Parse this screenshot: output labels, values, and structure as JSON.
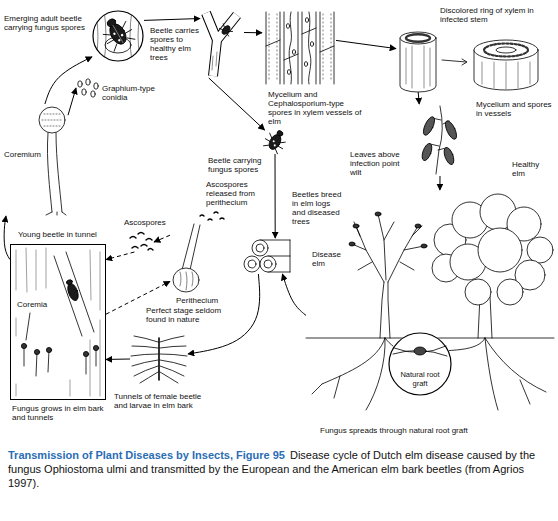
{
  "diagram": {
    "title": "Transmission of Plant Diseases by Insects, Figure 95",
    "caption": "Disease cycle of Dutch elm disease caused by the fungus Ophiostoma ulmi and transmitted by the European and the American elm bark beetles (from Agrios 1997).",
    "nodes": [
      {
        "text": [
          "Emerging adult beetle carrying fungus spores"
        ]
      },
      {
        "text": [
          "Beetle carries spores to healthy elm trees"
        ]
      },
      {
        "text": [
          "Mycelium and Cephalosporium-type spores in xylem vessels of elm"
        ]
      },
      {
        "text": [
          "Discolored ring of xylem in infected stem",
          "Mycelium and spores in vessels"
        ]
      },
      {
        "text": [
          "Leaves above infection point wilt"
        ]
      },
      {
        "text": [
          "Graphium-type conidia"
        ]
      },
      {
        "text": [
          "Coremium"
        ]
      },
      {
        "text": [
          "Beetle carrying fungus spores"
        ]
      },
      {
        "text": [
          "Beetles breed in elm logs and diseased trees"
        ]
      },
      {
        "text": [
          "Ascospores"
        ]
      },
      {
        "text": [
          "Ascospores released from perithecium",
          "Perithecium",
          "Perfect stage seldom found in nature"
        ]
      },
      {
        "text": [
          "Disease elm",
          "Healthy elm",
          "Fungus spreads through natural root graft"
        ]
      },
      {
        "text": [
          "Natural root graft"
        ],
        "in": 11
      },
      {
        "text": [
          "Young beetle in tunnel",
          "Coremia",
          "Fungus grows in elm bark and tunnels"
        ]
      },
      {
        "text": [
          "Tunnels of female beetle and larvae in elm bark"
        ]
      }
    ],
    "edges": [
      {
        "from": 0,
        "to": 1,
        "arrow": "to"
      },
      {
        "from": 1,
        "to": 2,
        "arrow": "to"
      },
      {
        "from": 2,
        "to": 3,
        "arrow": "to"
      },
      {
        "from": 3,
        "to": 4,
        "arrow": "to"
      },
      {
        "from": 4,
        "to": 11,
        "arrow": "to"
      },
      {
        "from": 1,
        "to": 7,
        "arrow": "to"
      },
      {
        "from": 7,
        "to": 8,
        "arrow": "to"
      },
      {
        "from": 11,
        "to": 8,
        "arrow": "to"
      },
      {
        "from": 8,
        "to": 14,
        "arrow": "to"
      },
      {
        "from": 14,
        "to": 13,
        "arrow": "to"
      },
      {
        "from": 13,
        "to": 6,
        "arrow": "to"
      },
      {
        "from": 6,
        "to": 5,
        "arrow": "to"
      },
      {
        "from": 6,
        "to": 0,
        "arrow": "to"
      },
      {
        "from": 13,
        "to": 10,
        "arrow": "to"
      },
      {
        "from": 10,
        "to": 9,
        "arrow": "to"
      },
      {
        "from": 9,
        "to": 13,
        "arrow": "to"
      }
    ]
  }
}
